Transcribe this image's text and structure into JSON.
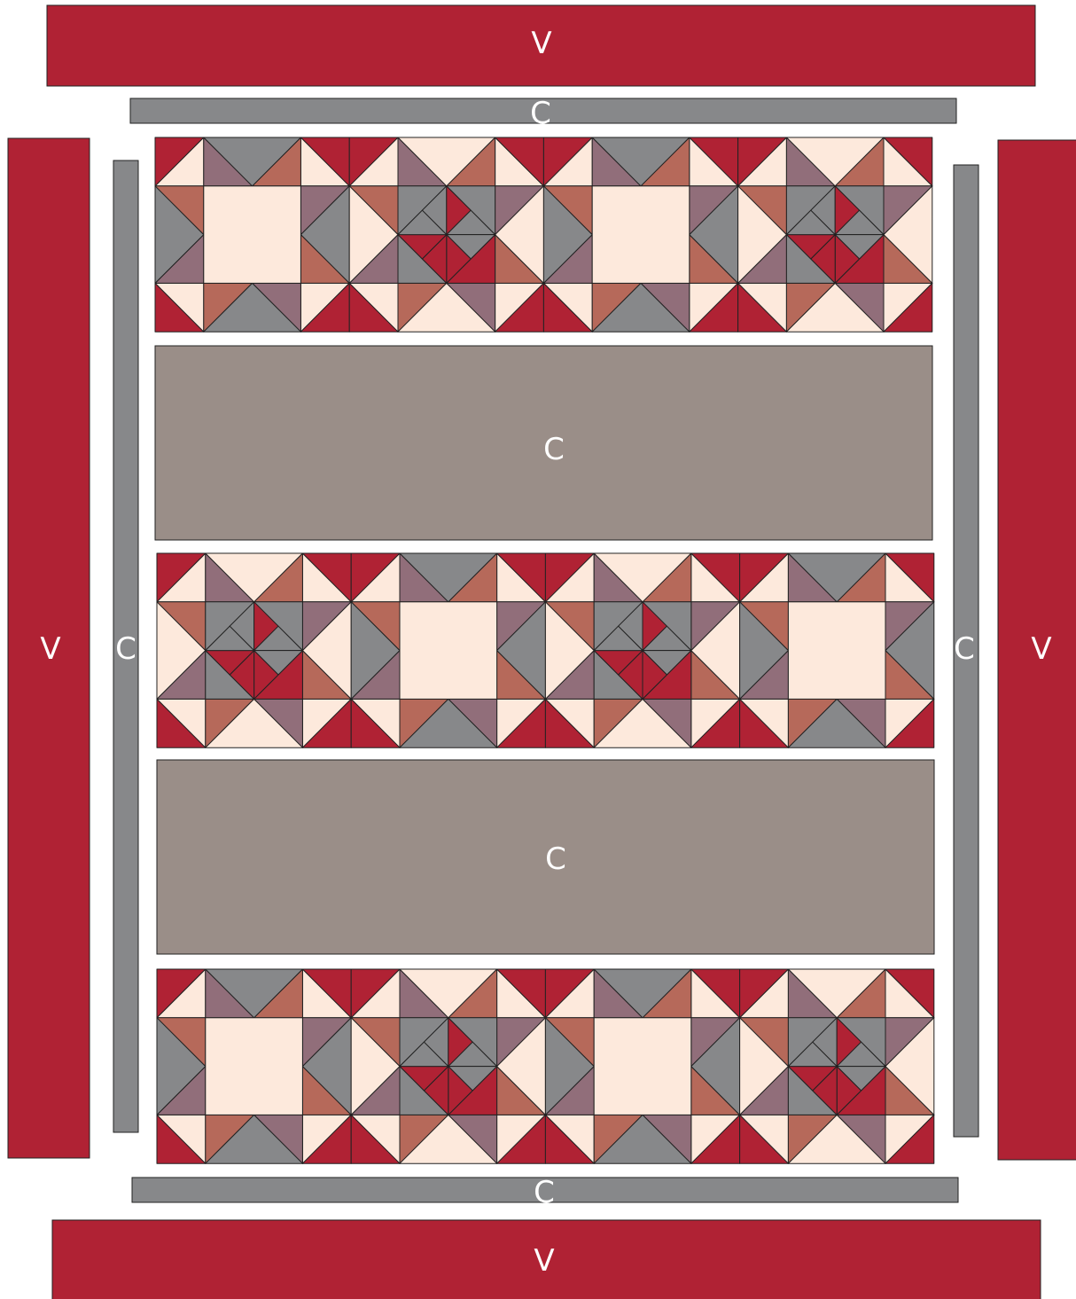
{
  "colors": {
    "border_v": "#b02234",
    "border_c": "#87888a",
    "sashing": "#9a8e88",
    "cream": "#fde9dc",
    "red": "#b02234",
    "gray": "#87888a",
    "rust": "#b6695a",
    "mauve": "#916e7a",
    "outline": "#222222"
  },
  "labels": {
    "border_top": "V",
    "border_bottom": "V",
    "border_left": "V",
    "border_right": "V",
    "inner_top": "C",
    "inner_bottom": "C",
    "inner_left": "C",
    "inner_right": "C",
    "sashing_1": "C",
    "sashing_2": "C"
  },
  "rows": [
    {
      "blocks": [
        "square-in-square",
        "pinwheel-diamond",
        "square-in-square",
        "pinwheel-diamond"
      ]
    },
    {
      "blocks": [
        "pinwheel-diamond",
        "square-in-square",
        "pinwheel-diamond",
        "square-in-square"
      ]
    },
    {
      "blocks": [
        "square-in-square",
        "pinwheel-diamond",
        "square-in-square",
        "pinwheel-diamond"
      ]
    }
  ]
}
